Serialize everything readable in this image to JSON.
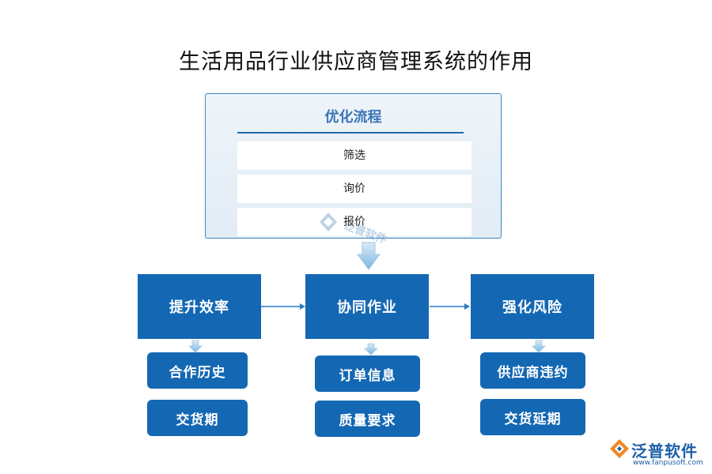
{
  "title": "生活用品行业供应商管理系统的作用",
  "process": {
    "title": "优化流程",
    "items": [
      "筛选",
      "询价",
      "报价"
    ]
  },
  "main": [
    {
      "label": "提升效率",
      "subs": [
        "合作历史",
        "交货期"
      ]
    },
    {
      "label": "协同作业",
      "subs": [
        "订单信息",
        "质量要求"
      ]
    },
    {
      "label": "强化风险",
      "subs": [
        "供应商违约",
        "交货延期"
      ]
    }
  ],
  "watermark": "泛普软件",
  "logo": {
    "name": "泛普软件",
    "url": "www.fanpusoft.com"
  },
  "colors": {
    "primary": "#1468b3",
    "accent": "#3a75b8",
    "arrow": "#7ab8e0",
    "panel_bg": "#e8f0f7"
  }
}
